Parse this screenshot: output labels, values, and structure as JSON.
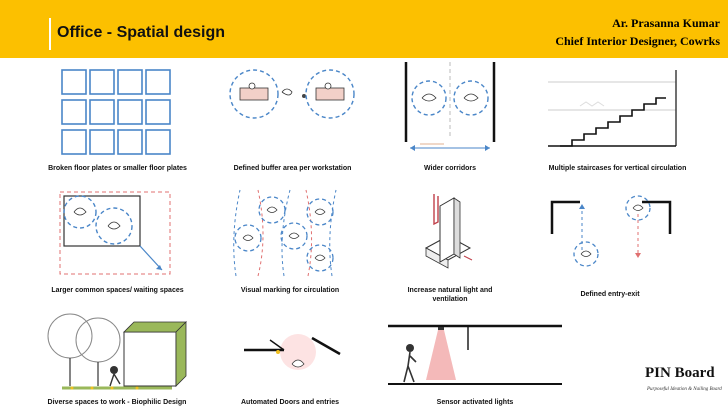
{
  "header": {
    "title": "Office - Spatial design",
    "author_name": "Ar. Prasanna Kumar",
    "author_role": "Chief Interior Designer, Cowrks"
  },
  "colors": {
    "header_yellow": "#fcc000",
    "accent_blue": "#4a86c8",
    "accent_red": "#e07070",
    "accent_green": "#9ab85a"
  },
  "tiles": [
    {
      "caption": "Broken floor plates or smaller floor plates",
      "icon": "floor-plates-grid-icon"
    },
    {
      "caption": "Defined buffer area per workstation",
      "icon": "workstation-buffer-icon"
    },
    {
      "caption": "Wider corridors",
      "icon": "wide-corridor-icon"
    },
    {
      "caption": "Multiple staircases for vertical circulation",
      "icon": "staircase-icon"
    },
    {
      "caption": "Larger common spaces/ waiting spaces",
      "icon": "common-space-icon"
    },
    {
      "caption": "Visual marking for circulation",
      "icon": "circulation-marking-icon"
    },
    {
      "caption": "Increase natural light and ventilation",
      "icon": "natural-light-icon"
    },
    {
      "caption": "Defined entry-exit",
      "icon": "entry-exit-icon"
    },
    {
      "caption": "Diverse spaces to work - Biophilic Design",
      "icon": "biophilic-design-icon"
    },
    {
      "caption": "Automated Doors and entries",
      "icon": "automated-door-icon"
    },
    {
      "caption": "Sensor activated lights",
      "icon": "sensor-light-icon"
    }
  ],
  "logo": {
    "name": "PIN Board",
    "tagline": "Purposeful Ideation & Nailing Board"
  }
}
